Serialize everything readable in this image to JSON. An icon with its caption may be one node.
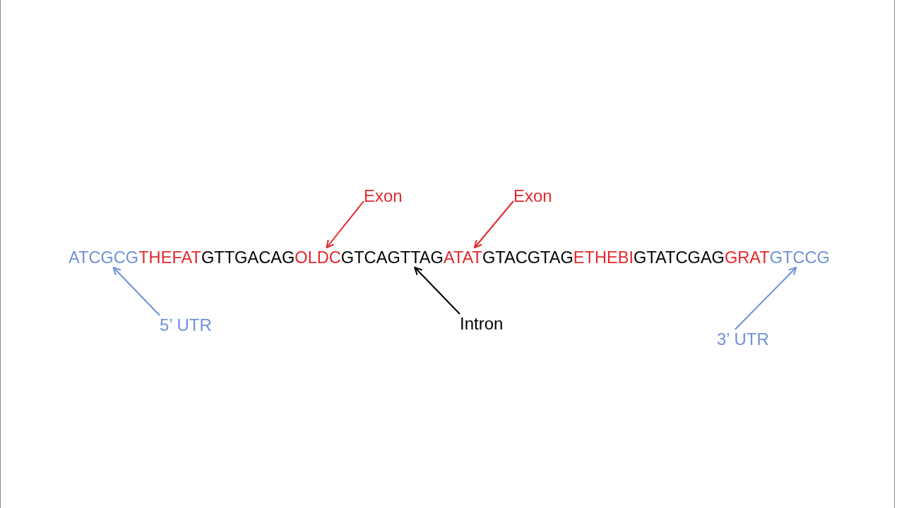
{
  "diagram": {
    "nodes": [
      {
        "text": [
          "Exon"
        ]
      },
      {
        "text": [
          "Exon"
        ]
      },
      {
        "text": [
          "ATCGCG"
        ]
      },
      {
        "text": [
          "THEFAT"
        ]
      },
      {
        "text": [
          "GTTGACAG"
        ]
      },
      {
        "text": [
          "OLDC"
        ]
      },
      {
        "text": [
          "GTCAGTTAG"
        ]
      },
      {
        "text": [
          "ATAT"
        ]
      },
      {
        "text": [
          "GTACGTAG"
        ]
      },
      {
        "text": [
          "ETHEBI"
        ]
      },
      {
        "text": [
          "GTATCGAG"
        ]
      },
      {
        "text": [
          "GRAT"
        ]
      },
      {
        "text": [
          "GTCCG"
        ]
      },
      {
        "text": [
          "5’ UTR"
        ]
      },
      {
        "text": [
          "Intron"
        ]
      },
      {
        "text": [
          "3’ UTR"
        ]
      }
    ],
    "edges": [
      {
        "from": 0,
        "to": 5,
        "arrow": "to",
        "color": "#e2282c"
      },
      {
        "from": 1,
        "to": 7,
        "arrow": "to",
        "color": "#e2282c"
      },
      {
        "from": 13,
        "to": 2,
        "arrow": "to",
        "color": "#6f92d4"
      },
      {
        "from": 14,
        "to": 6,
        "arrow": "to",
        "color": "#000000"
      },
      {
        "from": 15,
        "to": 12,
        "arrow": "to",
        "color": "#6f92d4"
      }
    ]
  }
}
